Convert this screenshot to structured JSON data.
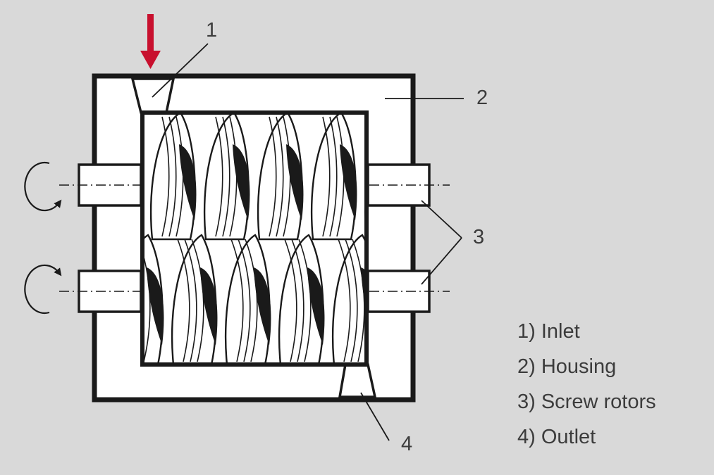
{
  "callouts": {
    "inlet": "1",
    "housing": "2",
    "screw_rotors": "3",
    "outlet": "4"
  },
  "legend": {
    "items": [
      {
        "label": "1) Inlet"
      },
      {
        "label": "2) Housing"
      },
      {
        "label": "3) Screw rotors"
      },
      {
        "label": "4) Outlet"
      }
    ]
  },
  "colors": {
    "background": "#d9d9d9",
    "line": "#1a1a1a",
    "white_part": "#ffffff",
    "inlet_arrow": "#c8102e",
    "text": "#3c3c3c"
  },
  "icons": {
    "inlet_flow": "arrow-down-icon",
    "rotation": "rotation-arrow-icon"
  }
}
